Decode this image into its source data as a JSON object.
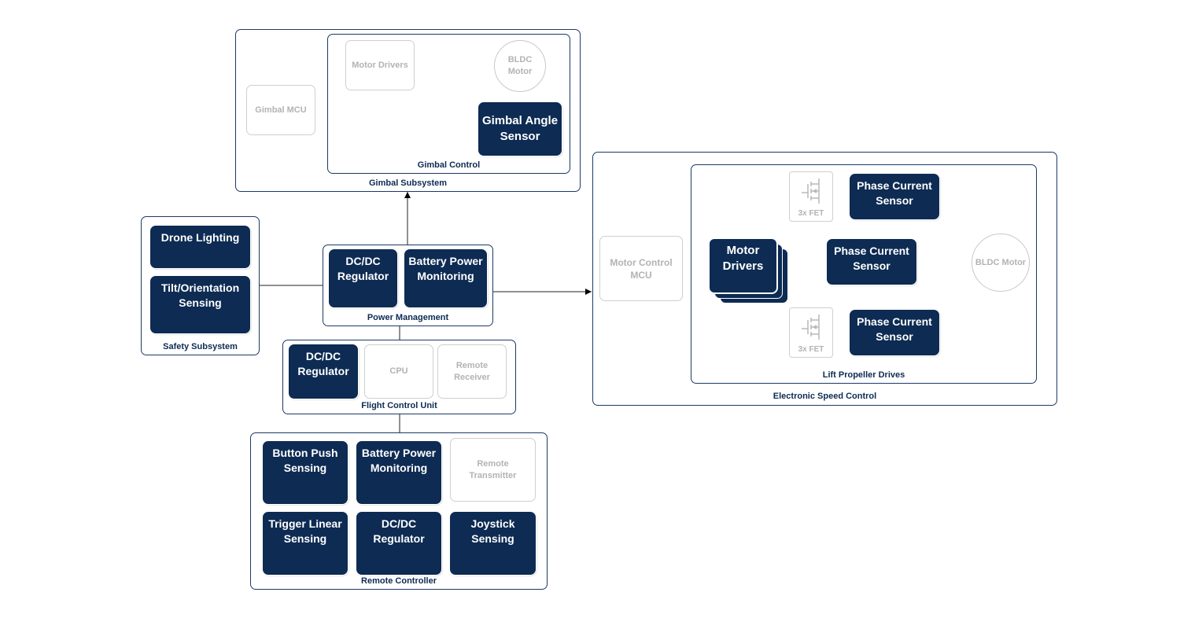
{
  "gimbal_subsystem": {
    "label": "Gimbal Subsystem",
    "mcu": "Gimbal MCU",
    "gimbal_control": {
      "label": "Gimbal Control",
      "motor_drivers": "Motor Drivers",
      "bldc_motor": "BLDC\nMotor",
      "angle_sensor": "Gimbal Angle\nSensor"
    }
  },
  "safety_subsystem": {
    "label": "Safety Subsystem",
    "lighting": "Drone Lighting",
    "tilt_sensing": "Tilt/Orientation\nSensing"
  },
  "power_management": {
    "label": "Power Management",
    "dcdc": "DC/DC\nRegulator",
    "battery_monitoring": "Battery Power\nMonitoring"
  },
  "flight_control_unit": {
    "label": "Flight Control Unit",
    "dcdc": "DC/DC\nRegulator",
    "cpu": "CPU",
    "remote_receiver": "Remote\nReceiver"
  },
  "remote_controller": {
    "label": "Remote Controller",
    "button_sensing": "Button Push\nSensing",
    "battery_monitoring": "Battery Power\nMonitoring",
    "remote_transmitter": "Remote\nTransmitter",
    "trigger_sensing": "Trigger Linear\nSensing",
    "dcdc": "DC/DC\nRegulator",
    "joystick_sensing": "Joystick\nSensing"
  },
  "esc": {
    "label": "Electronic Speed Control",
    "mcu": "Motor Control\nMCU",
    "lift_drives": {
      "label": "Lift Propeller Drives",
      "motor_drivers": "Motor\nDrivers",
      "fet_top": "3x FET",
      "fet_bottom": "3x FET",
      "phase_sensor_1": "Phase Current\nSensor",
      "phase_sensor_2": "Phase Current\nSensor",
      "phase_sensor_3": "Phase Current\nSensor",
      "bldc_motor": "BLDC Motor"
    }
  },
  "colors": {
    "block_fill": "#0d2b53",
    "group_border": "#1b3a66",
    "inactive_text": "#b3b3b3"
  }
}
